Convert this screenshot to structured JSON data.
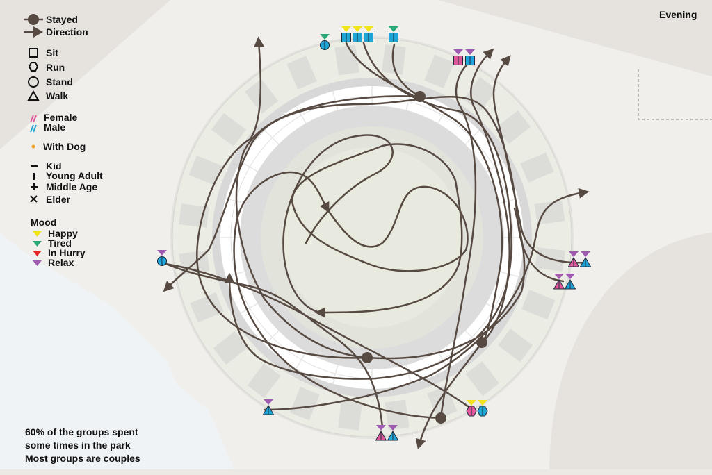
{
  "time_of_day": "Evening",
  "legend": {
    "marks": [
      {
        "icon": "stayed-dot-icon",
        "label": "Stayed"
      },
      {
        "icon": "direction-arrow-icon",
        "label": "Direction"
      }
    ],
    "activities": [
      {
        "icon": "square-icon",
        "label": "Sit"
      },
      {
        "icon": "hexagon-icon",
        "label": "Run"
      },
      {
        "icon": "circle-icon",
        "label": "Stand"
      },
      {
        "icon": "triangle-icon",
        "label": "Walk"
      }
    ],
    "gender": [
      {
        "icon": "hatch-icon",
        "label": "Female",
        "color": "#e0569a"
      },
      {
        "icon": "hatch-icon",
        "label": "Male",
        "color": "#1fa4d8"
      }
    ],
    "dog": {
      "icon": "dot-icon",
      "label": "With Dog",
      "color": "#f4a21e"
    },
    "ages": [
      {
        "icon": "dash-icon",
        "label": "Kid"
      },
      {
        "icon": "bar-icon",
        "label": "Young Adult"
      },
      {
        "icon": "plus-icon",
        "label": "Middle Age"
      },
      {
        "icon": "cross-icon",
        "label": "Elder"
      }
    ],
    "mood_title": "Mood",
    "moods": [
      {
        "label": "Happy",
        "color": "#f3e31a"
      },
      {
        "label": "Tired",
        "color": "#2aa876"
      },
      {
        "label": "In Hurry",
        "color": "#e3262b"
      },
      {
        "label": "Relax",
        "color": "#9e5bb0"
      }
    ]
  },
  "notes": [
    "60% of the groups spent",
    "some times in the park",
    "Most groups are couples"
  ],
  "colors": {
    "path": "#574a42",
    "female": "#e0569a",
    "male": "#1fa4d8",
    "happy": "#f3e31a",
    "tired": "#2aa876",
    "relax": "#9e5bb0",
    "ground": "#f1efec",
    "water": "#eff3f6"
  },
  "summary": {
    "groups_spent_time_percent": 60
  }
}
